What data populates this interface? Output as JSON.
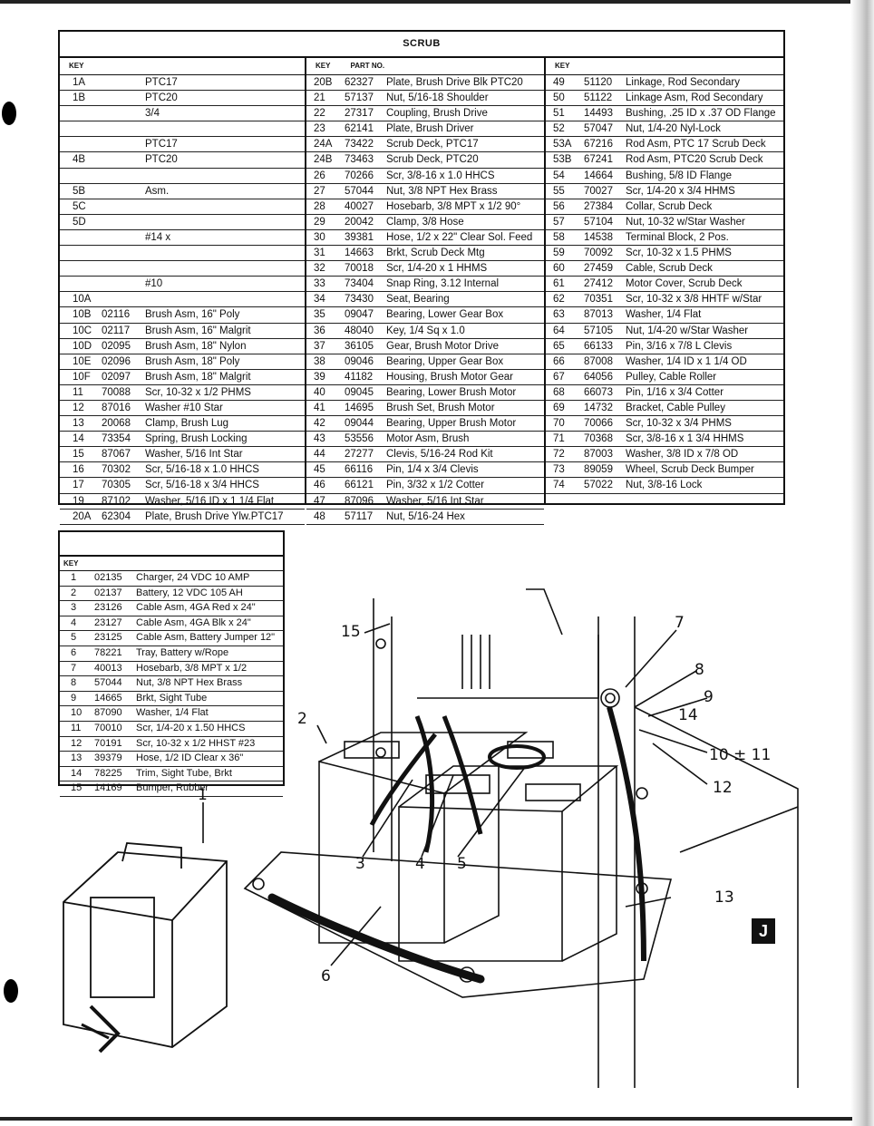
{
  "scrub_table": {
    "title": "SCRUB",
    "headers": {
      "col1_key": "KEY",
      "col2_key": "KEY",
      "col2_part": "PART NO.",
      "col3_key": "KEY"
    },
    "col1": [
      {
        "key": "1A",
        "part": "",
        "desc": "PTC17"
      },
      {
        "key": "1B",
        "part": "",
        "desc": "PTC20"
      },
      {
        "key": "",
        "part": "",
        "desc": "3/4"
      },
      {
        "key": "",
        "part": "",
        "desc": ""
      },
      {
        "key": "",
        "part": "",
        "desc": "PTC17"
      },
      {
        "key": "4B",
        "part": "",
        "desc": "PTC20"
      },
      {
        "key": "",
        "part": "",
        "desc": ""
      },
      {
        "key": "5B",
        "part": "",
        "desc": "Asm."
      },
      {
        "key": "5C",
        "part": "",
        "desc": ""
      },
      {
        "key": "5D",
        "part": "",
        "desc": ""
      },
      {
        "key": "",
        "part": "",
        "desc": "#14 x"
      },
      {
        "key": "",
        "part": "",
        "desc": ""
      },
      {
        "key": "",
        "part": "",
        "desc": ""
      },
      {
        "key": "",
        "part": "",
        "desc": "#10"
      },
      {
        "key": "10A",
        "part": "",
        "desc": ""
      },
      {
        "key": "10B",
        "part": "02116",
        "desc": "Brush Asm, 16\" Poly"
      },
      {
        "key": "10C",
        "part": "02117",
        "desc": "Brush Asm, 16\" Malgrit"
      },
      {
        "key": "10D",
        "part": "02095",
        "desc": "Brush Asm, 18\" Nylon"
      },
      {
        "key": "10E",
        "part": "02096",
        "desc": "Brush Asm, 18\" Poly"
      },
      {
        "key": "10F",
        "part": "02097",
        "desc": "Brush Asm, 18\" Malgrit"
      },
      {
        "key": "11",
        "part": "70088",
        "desc": "Scr, 10-32 x 1/2 PHMS"
      },
      {
        "key": "12",
        "part": "87016",
        "desc": "Washer #10 Star"
      },
      {
        "key": "13",
        "part": "20068",
        "desc": "Clamp, Brush Lug"
      },
      {
        "key": "14",
        "part": "73354",
        "desc": "Spring, Brush Locking"
      },
      {
        "key": "15",
        "part": "87067",
        "desc": "Washer, 5/16 Int Star"
      },
      {
        "key": "16",
        "part": "70302",
        "desc": "Scr, 5/16-18 x 1.0 HHCS"
      },
      {
        "key": "17",
        "part": "70305",
        "desc": "Scr, 5/16-18 x 3/4 HHCS"
      },
      {
        "key": "19",
        "part": "87102",
        "desc": "Washer, 5/16 ID x 1 1/4 Flat"
      },
      {
        "key": "20A",
        "part": "62304",
        "desc": "Plate, Brush Drive Ylw.PTC17"
      }
    ],
    "col2": [
      {
        "key": "20B",
        "part": "62327",
        "desc": "Plate, Brush Drive Blk PTC20"
      },
      {
        "key": "21",
        "part": "57137",
        "desc": "Nut, 5/16-18 Shoulder"
      },
      {
        "key": "22",
        "part": "27317",
        "desc": "Coupling, Brush Drive"
      },
      {
        "key": "23",
        "part": "62141",
        "desc": "Plate, Brush Driver"
      },
      {
        "key": "24A",
        "part": "73422",
        "desc": "Scrub Deck, PTC17"
      },
      {
        "key": "24B",
        "part": "73463",
        "desc": "Scrub Deck, PTC20"
      },
      {
        "key": "26",
        "part": "70266",
        "desc": "Scr, 3/8-16 x 1.0 HHCS"
      },
      {
        "key": "27",
        "part": "57044",
        "desc": "Nut, 3/8 NPT Hex Brass"
      },
      {
        "key": "28",
        "part": "40027",
        "desc": "Hosebarb, 3/8 MPT x 1/2  90°"
      },
      {
        "key": "29",
        "part": "20042",
        "desc": "Clamp, 3/8 Hose"
      },
      {
        "key": "30",
        "part": "39381",
        "desc": "Hose, 1/2 x 22\" Clear Sol. Feed"
      },
      {
        "key": "31",
        "part": "14663",
        "desc": "Brkt, Scrub Deck Mtg"
      },
      {
        "key": "32",
        "part": "70018",
        "desc": "Scr, 1/4-20 x 1 HHMS"
      },
      {
        "key": "33",
        "part": "73404",
        "desc": "Snap Ring, 3.12 Internal"
      },
      {
        "key": "34",
        "part": "73430",
        "desc": "Seat, Bearing"
      },
      {
        "key": "35",
        "part": "09047",
        "desc": "Bearing, Lower Gear Box"
      },
      {
        "key": "36",
        "part": "48040",
        "desc": "Key, 1/4 Sq x 1.0"
      },
      {
        "key": "37",
        "part": "36105",
        "desc": "Gear, Brush Motor Drive"
      },
      {
        "key": "38",
        "part": "09046",
        "desc": "Bearing, Upper Gear Box"
      },
      {
        "key": "39",
        "part": "41182",
        "desc": "Housing, Brush Motor Gear"
      },
      {
        "key": "40",
        "part": "09045",
        "desc": "Bearing, Lower Brush Motor"
      },
      {
        "key": "41",
        "part": "14695",
        "desc": "Brush Set, Brush Motor"
      },
      {
        "key": "42",
        "part": "09044",
        "desc": "Bearing, Upper Brush Motor"
      },
      {
        "key": "43",
        "part": "53556",
        "desc": "Motor Asm, Brush"
      },
      {
        "key": "44",
        "part": "27277",
        "desc": "Clevis, 5/16-24 Rod Kit"
      },
      {
        "key": "45",
        "part": "66116",
        "desc": "Pin, 1/4 x 3/4 Clevis"
      },
      {
        "key": "46",
        "part": "66121",
        "desc": "Pin, 3/32 x 1/2 Cotter"
      },
      {
        "key": "47",
        "part": "87096",
        "desc": "Washer, 5/16 Int Star"
      },
      {
        "key": "48",
        "part": "57117",
        "desc": "Nut, 5/16-24 Hex"
      }
    ],
    "col3": [
      {
        "key": "49",
        "part": "51120",
        "desc": "Linkage, Rod Secondary"
      },
      {
        "key": "50",
        "part": "51122",
        "desc": "Linkage Asm, Rod Secondary"
      },
      {
        "key": "51",
        "part": "14493",
        "desc": "Bushing, .25 ID x .37 OD Flange"
      },
      {
        "key": "52",
        "part": "57047",
        "desc": "Nut, 1/4-20 Nyl-Lock"
      },
      {
        "key": "53A",
        "part": "67216",
        "desc": "Rod Asm, PTC 17 Scrub Deck"
      },
      {
        "key": "53B",
        "part": "67241",
        "desc": "Rod Asm, PTC20 Scrub Deck"
      },
      {
        "key": "54",
        "part": "14664",
        "desc": "Bushing, 5/8 ID Flange"
      },
      {
        "key": "55",
        "part": "70027",
        "desc": "Scr, 1/4-20 x 3/4 HHMS"
      },
      {
        "key": "56",
        "part": "27384",
        "desc": "Collar, Scrub Deck"
      },
      {
        "key": "57",
        "part": "57104",
        "desc": "Nut, 10-32 w/Star Washer"
      },
      {
        "key": "58",
        "part": "14538",
        "desc": "Terminal Block, 2 Pos."
      },
      {
        "key": "59",
        "part": "70092",
        "desc": "Scr, 10-32 x 1.5 PHMS"
      },
      {
        "key": "60",
        "part": "27459",
        "desc": "Cable, Scrub Deck"
      },
      {
        "key": "61",
        "part": "27412",
        "desc": "Motor Cover, Scrub Deck"
      },
      {
        "key": "62",
        "part": "70351",
        "desc": "Scr, 10-32 x 3/8 HHTF w/Star"
      },
      {
        "key": "63",
        "part": "87013",
        "desc": "Washer, 1/4 Flat"
      },
      {
        "key": "64",
        "part": "57105",
        "desc": "Nut, 1/4-20 w/Star Washer"
      },
      {
        "key": "65",
        "part": "66133",
        "desc": "Pin, 3/16 x 7/8 L Clevis"
      },
      {
        "key": "66",
        "part": "87008",
        "desc": "Washer, 1/4 ID x 1 1/4 OD"
      },
      {
        "key": "67",
        "part": "64056",
        "desc": "Pulley, Cable Roller"
      },
      {
        "key": "68",
        "part": "66073",
        "desc": "Pin, 1/16 x 3/4 Cotter"
      },
      {
        "key": "69",
        "part": "14732",
        "desc": "Bracket, Cable Pulley"
      },
      {
        "key": "70",
        "part": "70066",
        "desc": "Scr, 10-32 x 3/4 PHMS"
      },
      {
        "key": "71",
        "part": "70368",
        "desc": "Scr, 3/8-16 x 1 3/4 HHMS"
      },
      {
        "key": "72",
        "part": "87003",
        "desc": "Washer, 3/8 ID x 7/8 OD"
      },
      {
        "key": "73",
        "part": "89059",
        "desc": "Wheel, Scrub Deck Bumper"
      },
      {
        "key": "74",
        "part": "57022",
        "desc": "Nut, 3/8-16 Lock"
      }
    ]
  },
  "battery_table": {
    "header_key": "KEY",
    "rows": [
      {
        "key": "1",
        "part": "02135",
        "desc": "Charger, 24 VDC  10 AMP"
      },
      {
        "key": "2",
        "part": "02137",
        "desc": "Battery, 12 VDC  105 AH"
      },
      {
        "key": "3",
        "part": "23126",
        "desc": "Cable Asm, 4GA Red x 24\""
      },
      {
        "key": "4",
        "part": "23127",
        "desc": "Cable Asm, 4GA Blk x 24\""
      },
      {
        "key": "5",
        "part": "23125",
        "desc": "Cable Asm, Battery Jumper 12\""
      },
      {
        "key": "6",
        "part": "78221",
        "desc": "Tray, Battery w/Rope"
      },
      {
        "key": "7",
        "part": "40013",
        "desc": "Hosebarb, 3/8 MPT x 1/2"
      },
      {
        "key": "8",
        "part": "57044",
        "desc": "Nut, 3/8 NPT Hex Brass"
      },
      {
        "key": "9",
        "part": "14665",
        "desc": "Brkt, Sight Tube"
      },
      {
        "key": "10",
        "part": "87090",
        "desc": "Washer, 1/4 Flat"
      },
      {
        "key": "11",
        "part": "70010",
        "desc": "Scr, 1/4-20 x 1.50 HHCS"
      },
      {
        "key": "12",
        "part": "70191",
        "desc": "Scr, 10-32 x 1/2 HHST  #23"
      },
      {
        "key": "13",
        "part": "39379",
        "desc": "Hose, 1/2 ID Clear x 36\""
      },
      {
        "key": "14",
        "part": "78225",
        "desc": "Trim, Sight Tube, Brkt"
      },
      {
        "key": "15",
        "part": "14169",
        "desc": "Bumper, Rubber"
      }
    ]
  },
  "callouts": {
    "c1": "1",
    "c2": "2",
    "c3": "3",
    "c4": "4",
    "c5": "5",
    "c6": "6",
    "c7": "7",
    "c8": "8",
    "c9": "9",
    "c10": "10 ± 11",
    "c12": "12",
    "c13": "13",
    "c14": "14",
    "c15": "15"
  },
  "page_badge": "J"
}
